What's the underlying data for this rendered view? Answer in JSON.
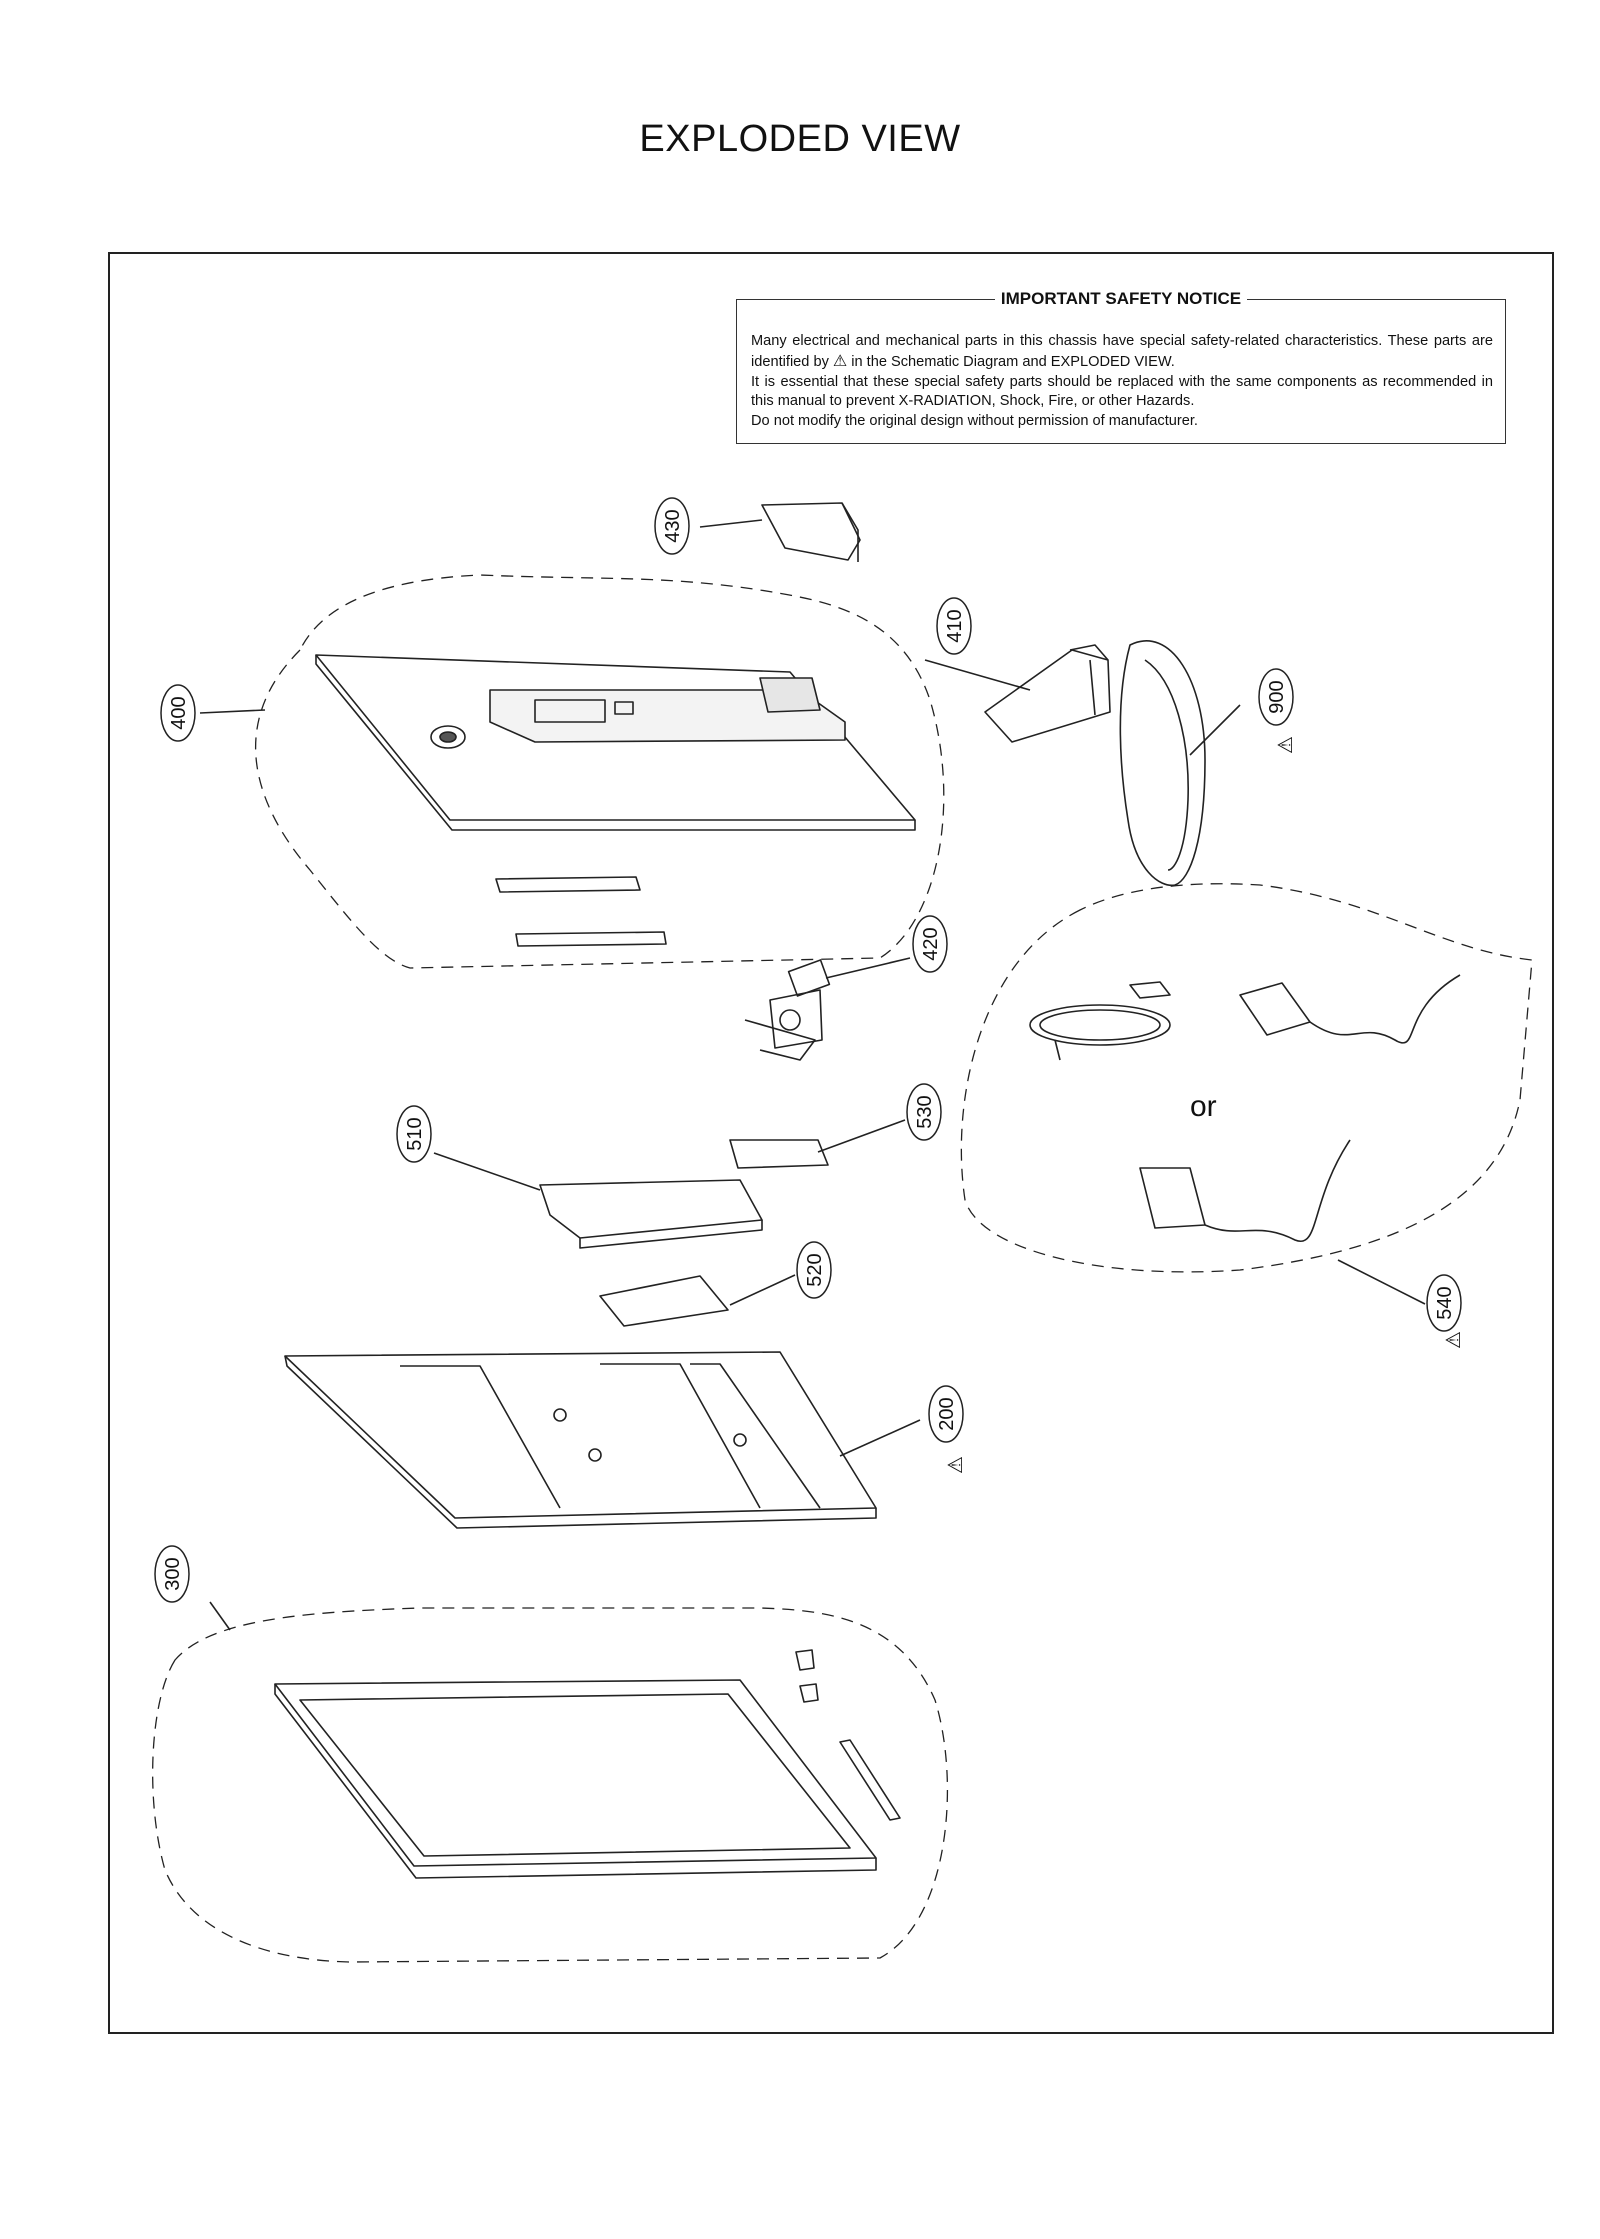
{
  "title": "EXPLODED VIEW",
  "notice": {
    "heading": "IMPORTANT SAFETY NOTICE",
    "line1": "Many electrical and mechanical parts in this chassis have special safety-related characteristics. These parts are identified by",
    "line1b": "in the Schematic Diagram and EXPLODED VIEW.",
    "line2": "It is essential that these special safety parts should be replaced with the same components as recommended in this manual to prevent X-RADIATION, Shock, Fire, or other Hazards.",
    "line3": "Do not modify the original design without permission of manufacturer."
  },
  "warning_symbol": "⚠",
  "alternative_text": "or",
  "callouts": [
    {
      "id": "430",
      "label": "430",
      "safety": false
    },
    {
      "id": "410",
      "label": "410",
      "safety": false
    },
    {
      "id": "900",
      "label": "900",
      "safety": true
    },
    {
      "id": "400",
      "label": "400",
      "safety": false
    },
    {
      "id": "420",
      "label": "420",
      "safety": false
    },
    {
      "id": "510",
      "label": "510",
      "safety": false
    },
    {
      "id": "530",
      "label": "530",
      "safety": false
    },
    {
      "id": "520",
      "label": "520",
      "safety": false
    },
    {
      "id": "540",
      "label": "540",
      "safety": true
    },
    {
      "id": "200",
      "label": "200",
      "safety": true
    },
    {
      "id": "300",
      "label": "300",
      "safety": false
    }
  ]
}
